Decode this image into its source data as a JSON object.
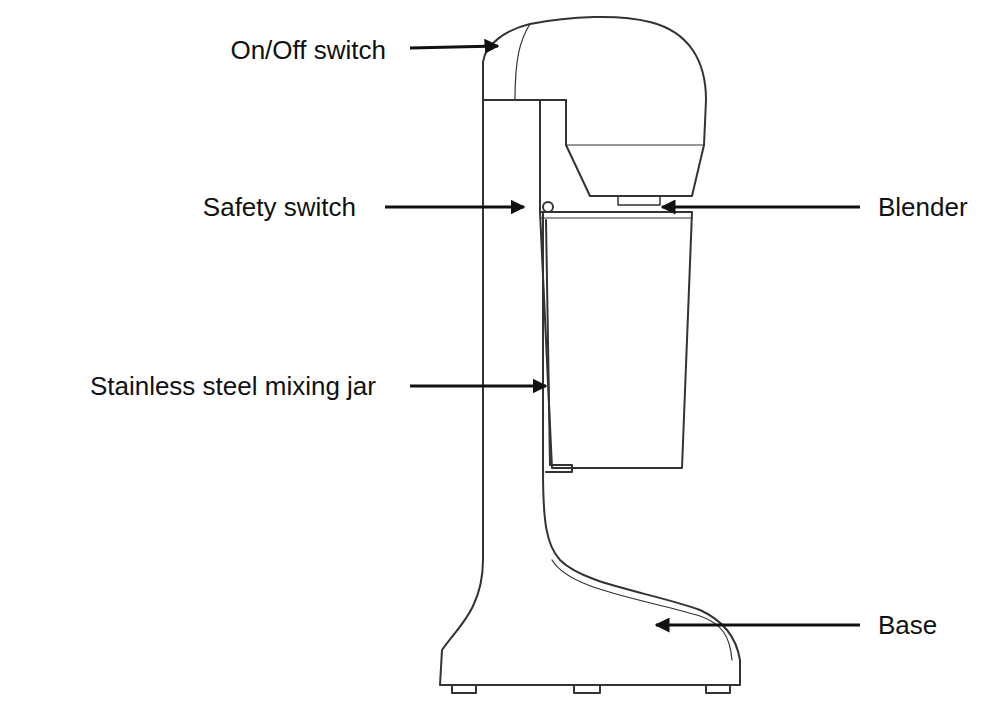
{
  "diagram": {
    "labels": [
      "On/Off switch",
      "Safety switch",
      "Blender",
      "Stainless steel mixing jar",
      "Base"
    ]
  }
}
